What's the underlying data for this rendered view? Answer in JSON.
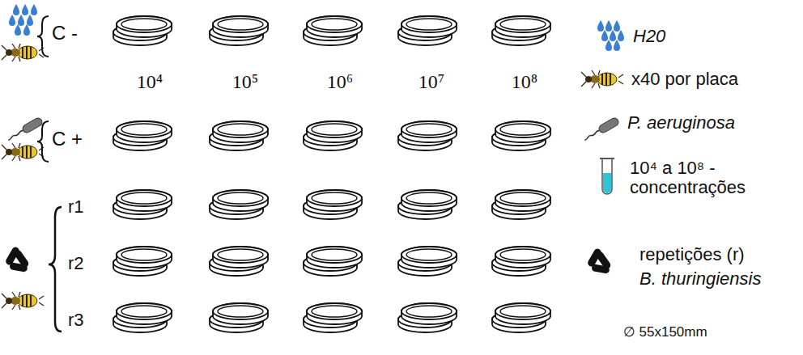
{
  "diagram": {
    "labels": [
      "C -",
      "10⁴",
      "10⁵",
      "10⁶",
      "10⁷",
      "10⁸",
      "C +",
      "r1",
      "r2",
      "r3",
      "∅ 55x150mm"
    ],
    "legend": [
      {
        "text": "H20"
      },
      {
        "text": "x40 por placa"
      },
      {
        "text": "P. aeruginosa"
      },
      {
        "text": "10⁴ a 10⁸ - concentrações"
      },
      {
        "text": "repetições (r)"
      },
      {
        "text": "B. thuringiensis"
      }
    ]
  }
}
